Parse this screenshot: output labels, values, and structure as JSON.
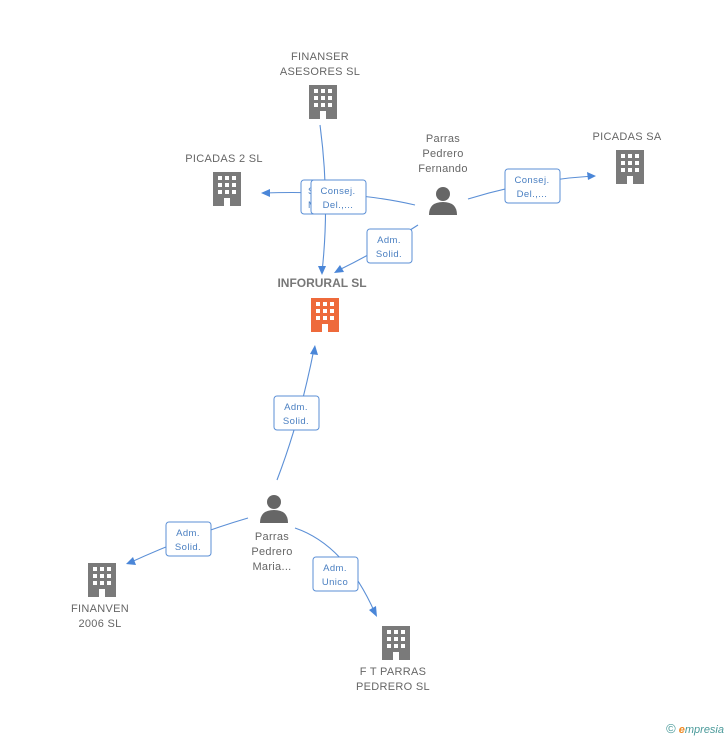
{
  "diagram": {
    "center": {
      "lines": [
        "INFORURAL SL"
      ],
      "color": "#ee6a3b"
    },
    "companies": [
      {
        "id": "finanser",
        "lines": [
          "FINANSER",
          "ASESORES  SL"
        ]
      },
      {
        "id": "picadas2",
        "lines": [
          "PICADAS 2 SL"
        ]
      },
      {
        "id": "picadassa",
        "lines": [
          "PICADAS SA"
        ]
      },
      {
        "id": "finanven",
        "lines": [
          "FINANVEN",
          "2006 SL"
        ]
      },
      {
        "id": "ftparras",
        "lines": [
          "F T PARRAS",
          "PEDRERO SL"
        ]
      }
    ],
    "persons": [
      {
        "id": "fernando",
        "lines": [
          "Parras",
          "Pedrero",
          "Fernando"
        ]
      },
      {
        "id": "maria",
        "lines": [
          "Parras",
          "Pedrero",
          "Maria..."
        ]
      }
    ],
    "edge_labels": [
      {
        "id": "e-behind",
        "lines": [
          "S",
          "M"
        ]
      },
      {
        "id": "e-consej-1",
        "lines": [
          "Consej.",
          "Del.,..."
        ]
      },
      {
        "id": "e-consej-2",
        "lines": [
          "Consej.",
          "Del.,..."
        ]
      },
      {
        "id": "e-adm-fernando",
        "lines": [
          "Adm.",
          "Solid."
        ]
      },
      {
        "id": "e-adm-maria-center",
        "lines": [
          "Adm.",
          "Solid."
        ]
      },
      {
        "id": "e-adm-maria-finanven",
        "lines": [
          "Adm.",
          "Solid."
        ]
      },
      {
        "id": "e-adm-unico",
        "lines": [
          "Adm.",
          "Unico"
        ]
      }
    ],
    "colors": {
      "edge": "#5b8fd6",
      "building": "#7a7a7a",
      "person": "#666666"
    }
  },
  "footer": {
    "copyright": "©",
    "brand_initial": "e",
    "brand_rest": "mpresia"
  }
}
